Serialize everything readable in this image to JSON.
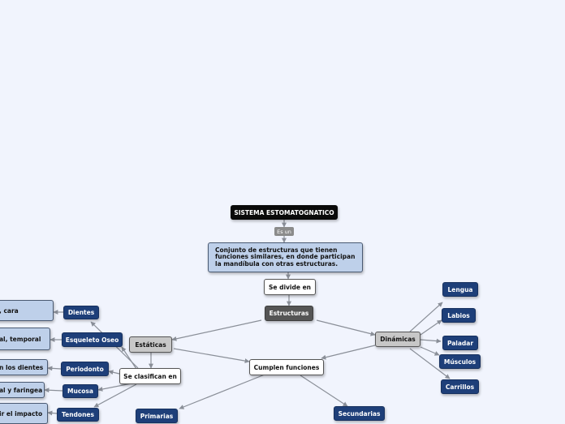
{
  "nodes": {
    "root": "SISTEMA ESTOMATOGNATICO",
    "es_un": "Es un",
    "definition": "Conjunto de estructuras que tienen funciones similares, en donde participan la mandíbula con otras estructuras.",
    "se_divide_en": "Se divide en",
    "estructuras": "Estructuras",
    "estaticas": "Estáticas",
    "dinamicas": "Dinámicas",
    "se_clasifican_en": "Se clasifican en",
    "cumplen_funciones": "Cumplen funciones",
    "primarias": "Primarias",
    "secundarias": "Secundarias",
    "dientes": "Dientes",
    "esqueleto_oseo": "Esqueleto Oseo",
    "periodonto": "Periodonto",
    "mucosa": "Mucosa",
    "tendones": "Tendones",
    "lengua": "Lengua",
    "labios": "Labios",
    "paladar": "Paladar",
    "musculos": "Músculos",
    "carrillos": "Carrillos",
    "cut_cara": ", cara",
    "cut_temporal": "al, temporal",
    "cut_dientes": "n los dientes",
    "cut_faringea": "al y faringea",
    "cut_impacto": "ir el impacto"
  },
  "colors": {
    "background": "#f1f4fd",
    "navy": "#1e3f79",
    "light_blue": "#bed0ea",
    "gray": "#c7c7c7",
    "connector": "#8a8f98"
  }
}
